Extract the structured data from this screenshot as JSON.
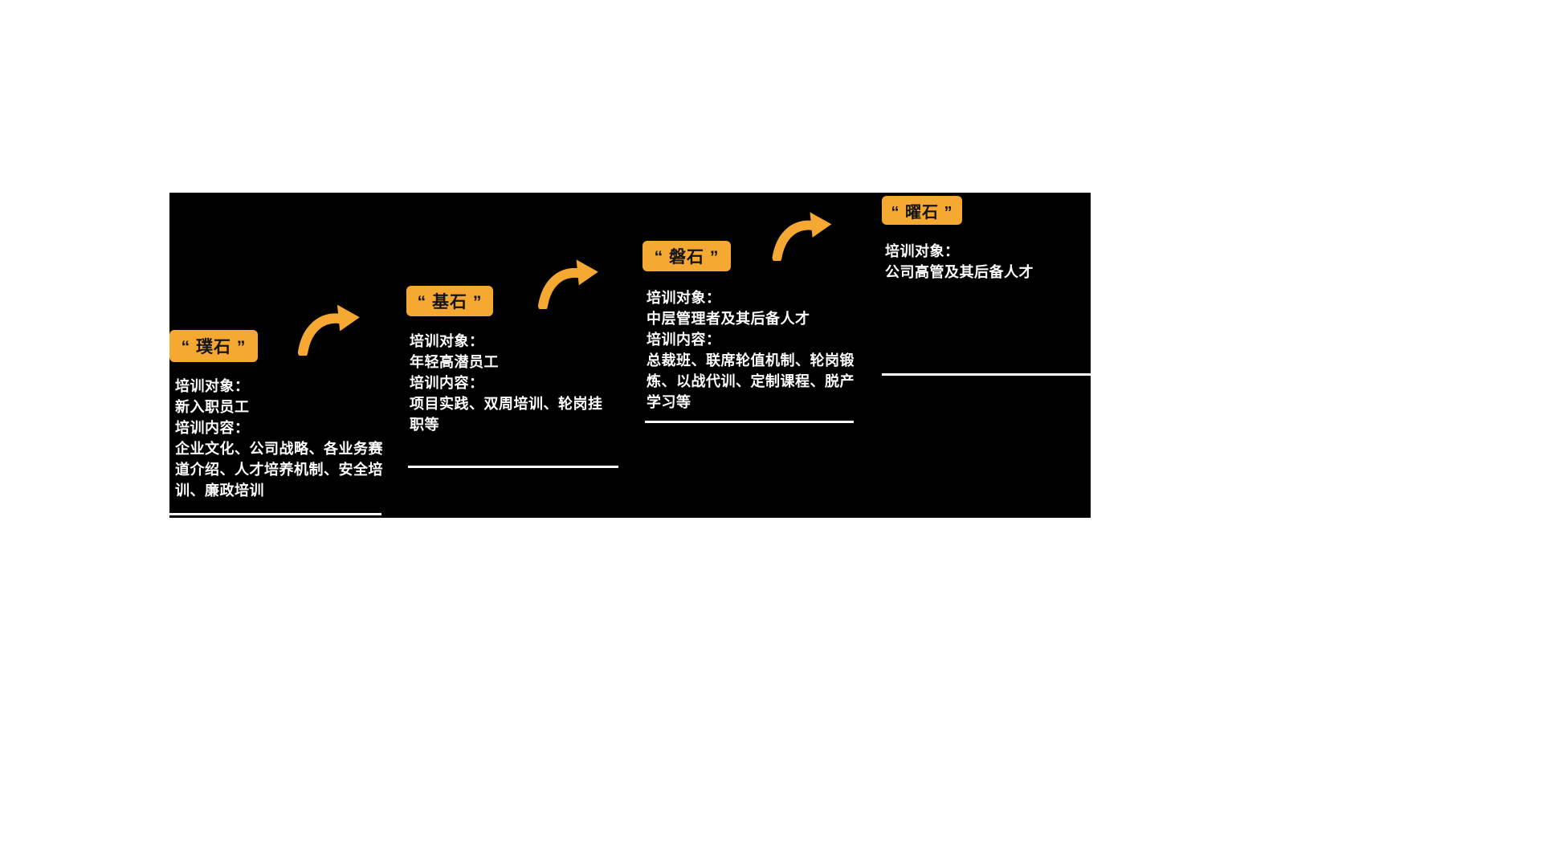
{
  "colors": {
    "accent": "#F5A832",
    "panel_background": "#000000",
    "text": "#FFFFFF",
    "badge_text": "#141414"
  },
  "levels": [
    {
      "name": "“ 璞石 ”",
      "target_label": "培训对象：",
      "target": "新入职员工",
      "content_label": "培训内容：",
      "content": "企业文化、公司战略、各业务赛道介绍、人才培养机制、安全培训、廉政培训"
    },
    {
      "name": "“ 基石 ”",
      "target_label": "培训对象：",
      "target": "年轻高潜员工",
      "content_label": "培训内容：",
      "content": "项目实践、双周培训、轮岗挂职等"
    },
    {
      "name": "“ 磐石 ”",
      "target_label": "培训对象：",
      "target": "中层管理者及其后备人才",
      "content_label": "培训内容：",
      "content": "总裁班、联席轮值机制、轮岗锻炼、以战代训、定制课程、脱产学习等"
    },
    {
      "name": "“ 曜石 ”",
      "target_label": "培训对象：",
      "target": "公司高管及其后备人才"
    }
  ]
}
